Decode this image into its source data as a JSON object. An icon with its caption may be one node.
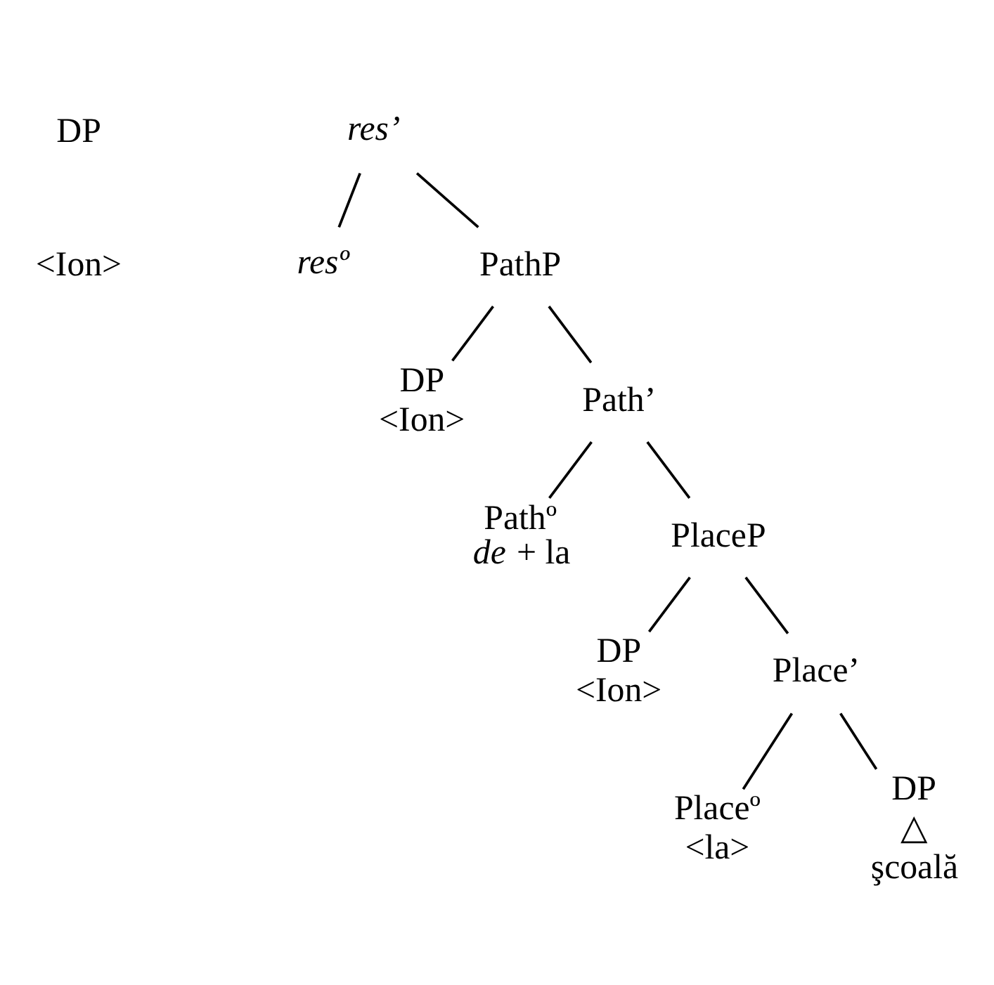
{
  "diagram": {
    "nodes": [
      {
        "text": [
          "res’"
        ]
      },
      {
        "text": [
          "resº"
        ]
      },
      {
        "text": [
          "PathP"
        ]
      },
      {
        "text": [
          "DP",
          "<Ion>"
        ]
      },
      {
        "text": [
          "Path’"
        ]
      },
      {
        "text": [
          "Pathº",
          "*de* + la"
        ]
      },
      {
        "text": [
          "PlaceP"
        ]
      },
      {
        "text": [
          "DP",
          "<Ion>"
        ]
      },
      {
        "text": [
          "Place’"
        ]
      },
      {
        "text": [
          "Placeº",
          "<la>"
        ]
      },
      {
        "text": [
          "DP",
          "△",
          "şcoală"
        ]
      }
    ],
    "edges": [
      {
        "from": 0,
        "to": 1,
        "arrow": "none"
      },
      {
        "from": 0,
        "to": 2,
        "arrow": "none"
      },
      {
        "from": 2,
        "to": 3,
        "arrow": "none"
      },
      {
        "from": 2,
        "to": 4,
        "arrow": "none"
      },
      {
        "from": 4,
        "to": 5,
        "arrow": "none"
      },
      {
        "from": 4,
        "to": 6,
        "arrow": "none"
      },
      {
        "from": 6,
        "to": 7,
        "arrow": "none"
      },
      {
        "from": 6,
        "to": 8,
        "arrow": "none"
      },
      {
        "from": 8,
        "to": 9,
        "arrow": "none"
      },
      {
        "from": 8,
        "to": 10,
        "arrow": "none"
      }
    ],
    "labels": [
      "DP",
      "<Ion>"
    ]
  }
}
